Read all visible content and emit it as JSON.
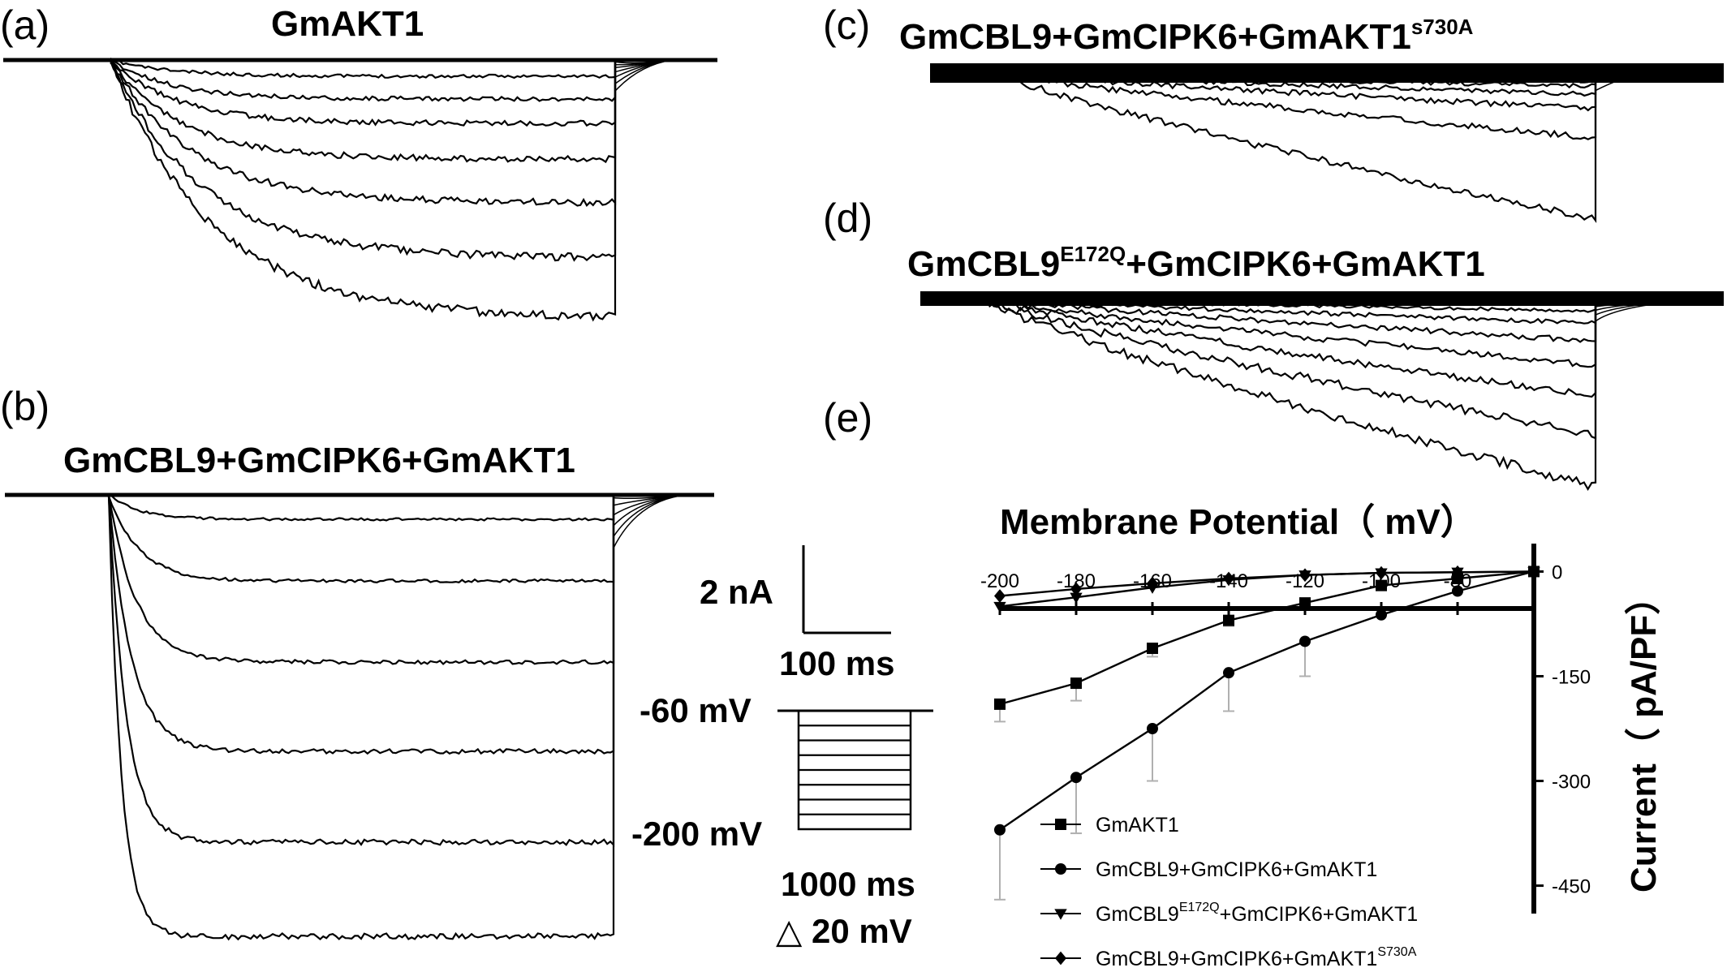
{
  "panels": {
    "a": {
      "letter": "(a)",
      "title": "GmAKT1"
    },
    "b": {
      "letter": "(b)",
      "title": "GmCBL9+GmCIPK6+GmAKT1"
    },
    "c": {
      "letter": "(c)",
      "title_main": "GmCBL9+GmCIPK6+GmAKT1",
      "title_sup": "s730A"
    },
    "d": {
      "letter": "(d)",
      "title_main": "GmCBL9",
      "title_sup": "E172Q",
      "title_rest": "+GmCIPK6+GmAKT1"
    },
    "e": {
      "letter": "(e)"
    }
  },
  "scale_bar": {
    "current": "2 nA",
    "time": "100 ms"
  },
  "protocol": {
    "top_voltage": "-60 mV",
    "bottom_voltage": "-200 mV",
    "duration": "1000 ms",
    "step": "△ 20 mV",
    "steps": 8
  },
  "colors": {
    "ink": "#000000",
    "error_bar": "#b0b0b0",
    "background": "#ffffff"
  },
  "chart_data": {
    "type": "line",
    "xlabel": "Membrane Potential（ mV）",
    "ylabel": "Current（ pA/PF）",
    "x": [
      -200,
      -180,
      -160,
      -140,
      -120,
      -100,
      -80,
      -60
    ],
    "xticks": [
      "-200",
      "-180",
      "-160",
      "-140",
      "-120",
      "-100",
      "-80"
    ],
    "yticks": [
      "0",
      "-150",
      "-300",
      "-450"
    ],
    "xlim": [
      -200,
      -60
    ],
    "ylim": [
      -490,
      40
    ],
    "legend_position": "bottom-left",
    "series": [
      {
        "name": "GmAKT1",
        "name_main": "GmAKT1",
        "name_sup": "",
        "name_rest": "",
        "marker": "square",
        "values": [
          -190,
          -160,
          -110,
          -70,
          -45,
          -20,
          -10,
          0
        ],
        "errors": [
          25,
          25,
          12,
          8,
          5,
          3,
          2,
          0
        ]
      },
      {
        "name": "GmCBL9+GmCIPK6+GmAKT1",
        "name_main": "GmCBL9+GmCIPK6+GmAKT1",
        "name_sup": "",
        "name_rest": "",
        "marker": "circle",
        "values": [
          -370,
          -295,
          -225,
          -145,
          -100,
          -62,
          -28,
          0
        ],
        "errors": [
          100,
          80,
          75,
          55,
          50,
          0,
          0,
          0
        ]
      },
      {
        "name": "GmCBL9E172Q+GmCIPK6+GmAKT1",
        "name_main": "GmCBL9",
        "name_sup": "E172Q",
        "name_rest": "+GmCIPK6+GmAKT1",
        "marker": "triangle-down",
        "values": [
          -50,
          -37,
          -23,
          -12,
          -5,
          -2,
          -1,
          0
        ],
        "errors": [
          0,
          0,
          0,
          0,
          0,
          0,
          0,
          0
        ]
      },
      {
        "name": "GmCBL9+GmCIPK6+GmAKT1S730A",
        "name_main": "GmCBL9+GmCIPK6+GmAKT1",
        "name_sup": "S730A",
        "name_rest": "",
        "marker": "diamond",
        "values": [
          -35,
          -25,
          -17,
          -10,
          -5,
          -2,
          -1,
          0
        ],
        "errors": [
          0,
          0,
          0,
          0,
          0,
          0,
          0,
          0
        ]
      }
    ]
  }
}
